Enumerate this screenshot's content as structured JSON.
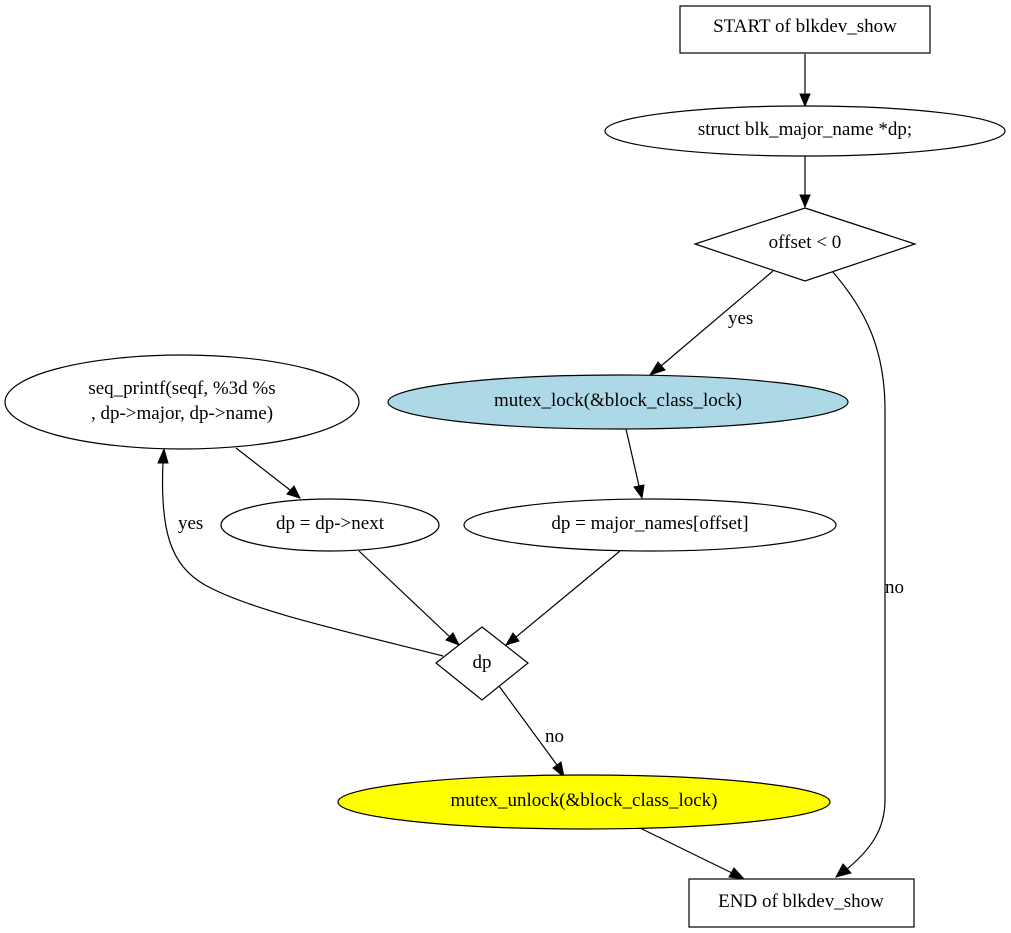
{
  "diagram": {
    "colors": {
      "background": "#ffffff",
      "stroke": "#000000",
      "default_fill": "#ffffff",
      "lock_fill": "#add8e6",
      "unlock_fill": "#ffff00"
    },
    "nodes": {
      "start": {
        "label": "START of blkdev_show",
        "shape": "box"
      },
      "decl": {
        "label": "struct blk_major_name *dp;",
        "shape": "ellipse"
      },
      "check_offset": {
        "label": "offset < 0",
        "shape": "diamond"
      },
      "lock": {
        "label": "mutex_lock(&block_class_lock)",
        "shape": "ellipse",
        "fill": "lightblue"
      },
      "assign": {
        "label": "dp = major_names[offset]",
        "shape": "ellipse"
      },
      "printf": {
        "line1": "seq_printf(seqf, %3d %s",
        "line2": ", dp->major, dp->name)",
        "shape": "ellipse"
      },
      "next": {
        "label": "dp = dp->next",
        "shape": "ellipse"
      },
      "check_dp": {
        "label": "dp",
        "shape": "diamond"
      },
      "unlock": {
        "label": "mutex_unlock(&block_class_lock)",
        "shape": "ellipse",
        "fill": "yellow"
      },
      "end": {
        "label": "END of blkdev_show",
        "shape": "box"
      }
    },
    "edges": [
      {
        "from": "start",
        "to": "decl",
        "label": ""
      },
      {
        "from": "decl",
        "to": "check_offset",
        "label": ""
      },
      {
        "from": "check_offset",
        "to": "lock",
        "label": "yes"
      },
      {
        "from": "check_offset",
        "to": "end",
        "label": "no"
      },
      {
        "from": "lock",
        "to": "assign",
        "label": ""
      },
      {
        "from": "assign",
        "to": "check_dp",
        "label": ""
      },
      {
        "from": "check_dp",
        "to": "printf",
        "label": "yes"
      },
      {
        "from": "printf",
        "to": "next",
        "label": ""
      },
      {
        "from": "next",
        "to": "check_dp",
        "label": ""
      },
      {
        "from": "check_dp",
        "to": "unlock",
        "label": "no"
      },
      {
        "from": "unlock",
        "to": "end",
        "label": ""
      }
    ]
  }
}
